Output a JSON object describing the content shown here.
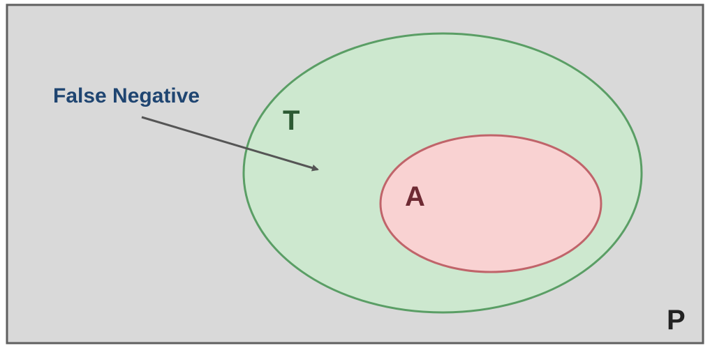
{
  "labels": {
    "annotation": "False Negative",
    "set_t": "T",
    "set_a": "A",
    "set_p": "P"
  },
  "colors": {
    "background": "#d9d9d9",
    "border": "#5f5f5f",
    "t_fill": "#cde8cf",
    "t_stroke": "#5a9e65",
    "a_fill": "#f9d2d2",
    "a_stroke": "#c0646a",
    "annotation": "#1f4571",
    "t_text": "#2c5a33",
    "a_text": "#6e2a33",
    "p_text": "#222222",
    "arrow": "#555555"
  }
}
